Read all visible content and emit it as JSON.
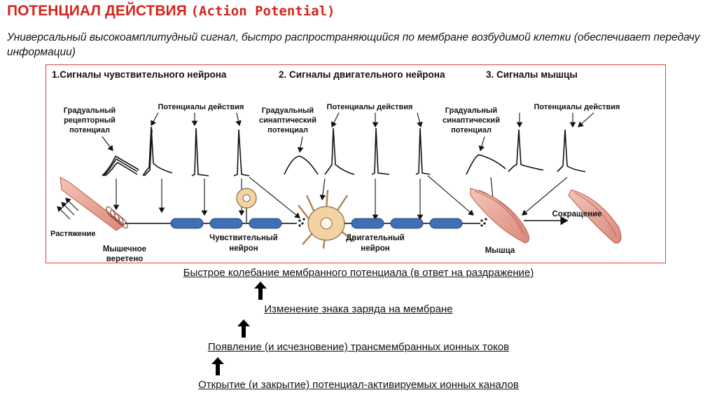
{
  "title": {
    "main": "ПОТЕНЦИАЛ ДЕЙСТВИЯ",
    "en": "(Action Potential)"
  },
  "subtitle": "Универсальный высокоамплитудный сигнал, быстро распространяющийся по мембране возбудимой клетки (обеспечивает передачу информации)",
  "diagram": {
    "headers": [
      "1.Сигналы чувствительного нейрона",
      "2. Сигналы двигательного нейрона",
      "3. Сигналы мышцы"
    ],
    "graded_receptor": [
      "Градуальный",
      "рецепторный",
      "потенциал"
    ],
    "action_potentials_1": "Потенциалы действия",
    "graded_synaptic_1": [
      "Градуальный",
      "синаптический",
      "потенциал"
    ],
    "action_potentials_2": "Потенциалы действия",
    "graded_synaptic_2": [
      "Градуальный",
      "синаптический",
      "потенциал"
    ],
    "action_potentials_3": "Потенциалы  действия",
    "stretch": "Растяжение",
    "muscle_spindle": [
      "Мышечное",
      "веретено"
    ],
    "sensory_neuron": [
      "Чувствительный",
      "нейрон"
    ],
    "motor_neuron": [
      "Двигательный",
      "нейрон"
    ],
    "muscle": "Мышца",
    "contraction": "Сокращение"
  },
  "chain": [
    "Быстрое колебание мембранного потенциала (в ответ на раздражение)",
    "Изменение знака заряда на мембране",
    "Появление (и исчезновение) трансмембранных ионных токов",
    "Открытие (и закрытие) потенциал-активируемых ионных каналов"
  ],
  "colors": {
    "title": "#d3261c",
    "panel_border": "#e04040",
    "myelin": "#3f6fb5",
    "muscle": "#e8a79a",
    "neuron_body": "#f3d2a4"
  }
}
